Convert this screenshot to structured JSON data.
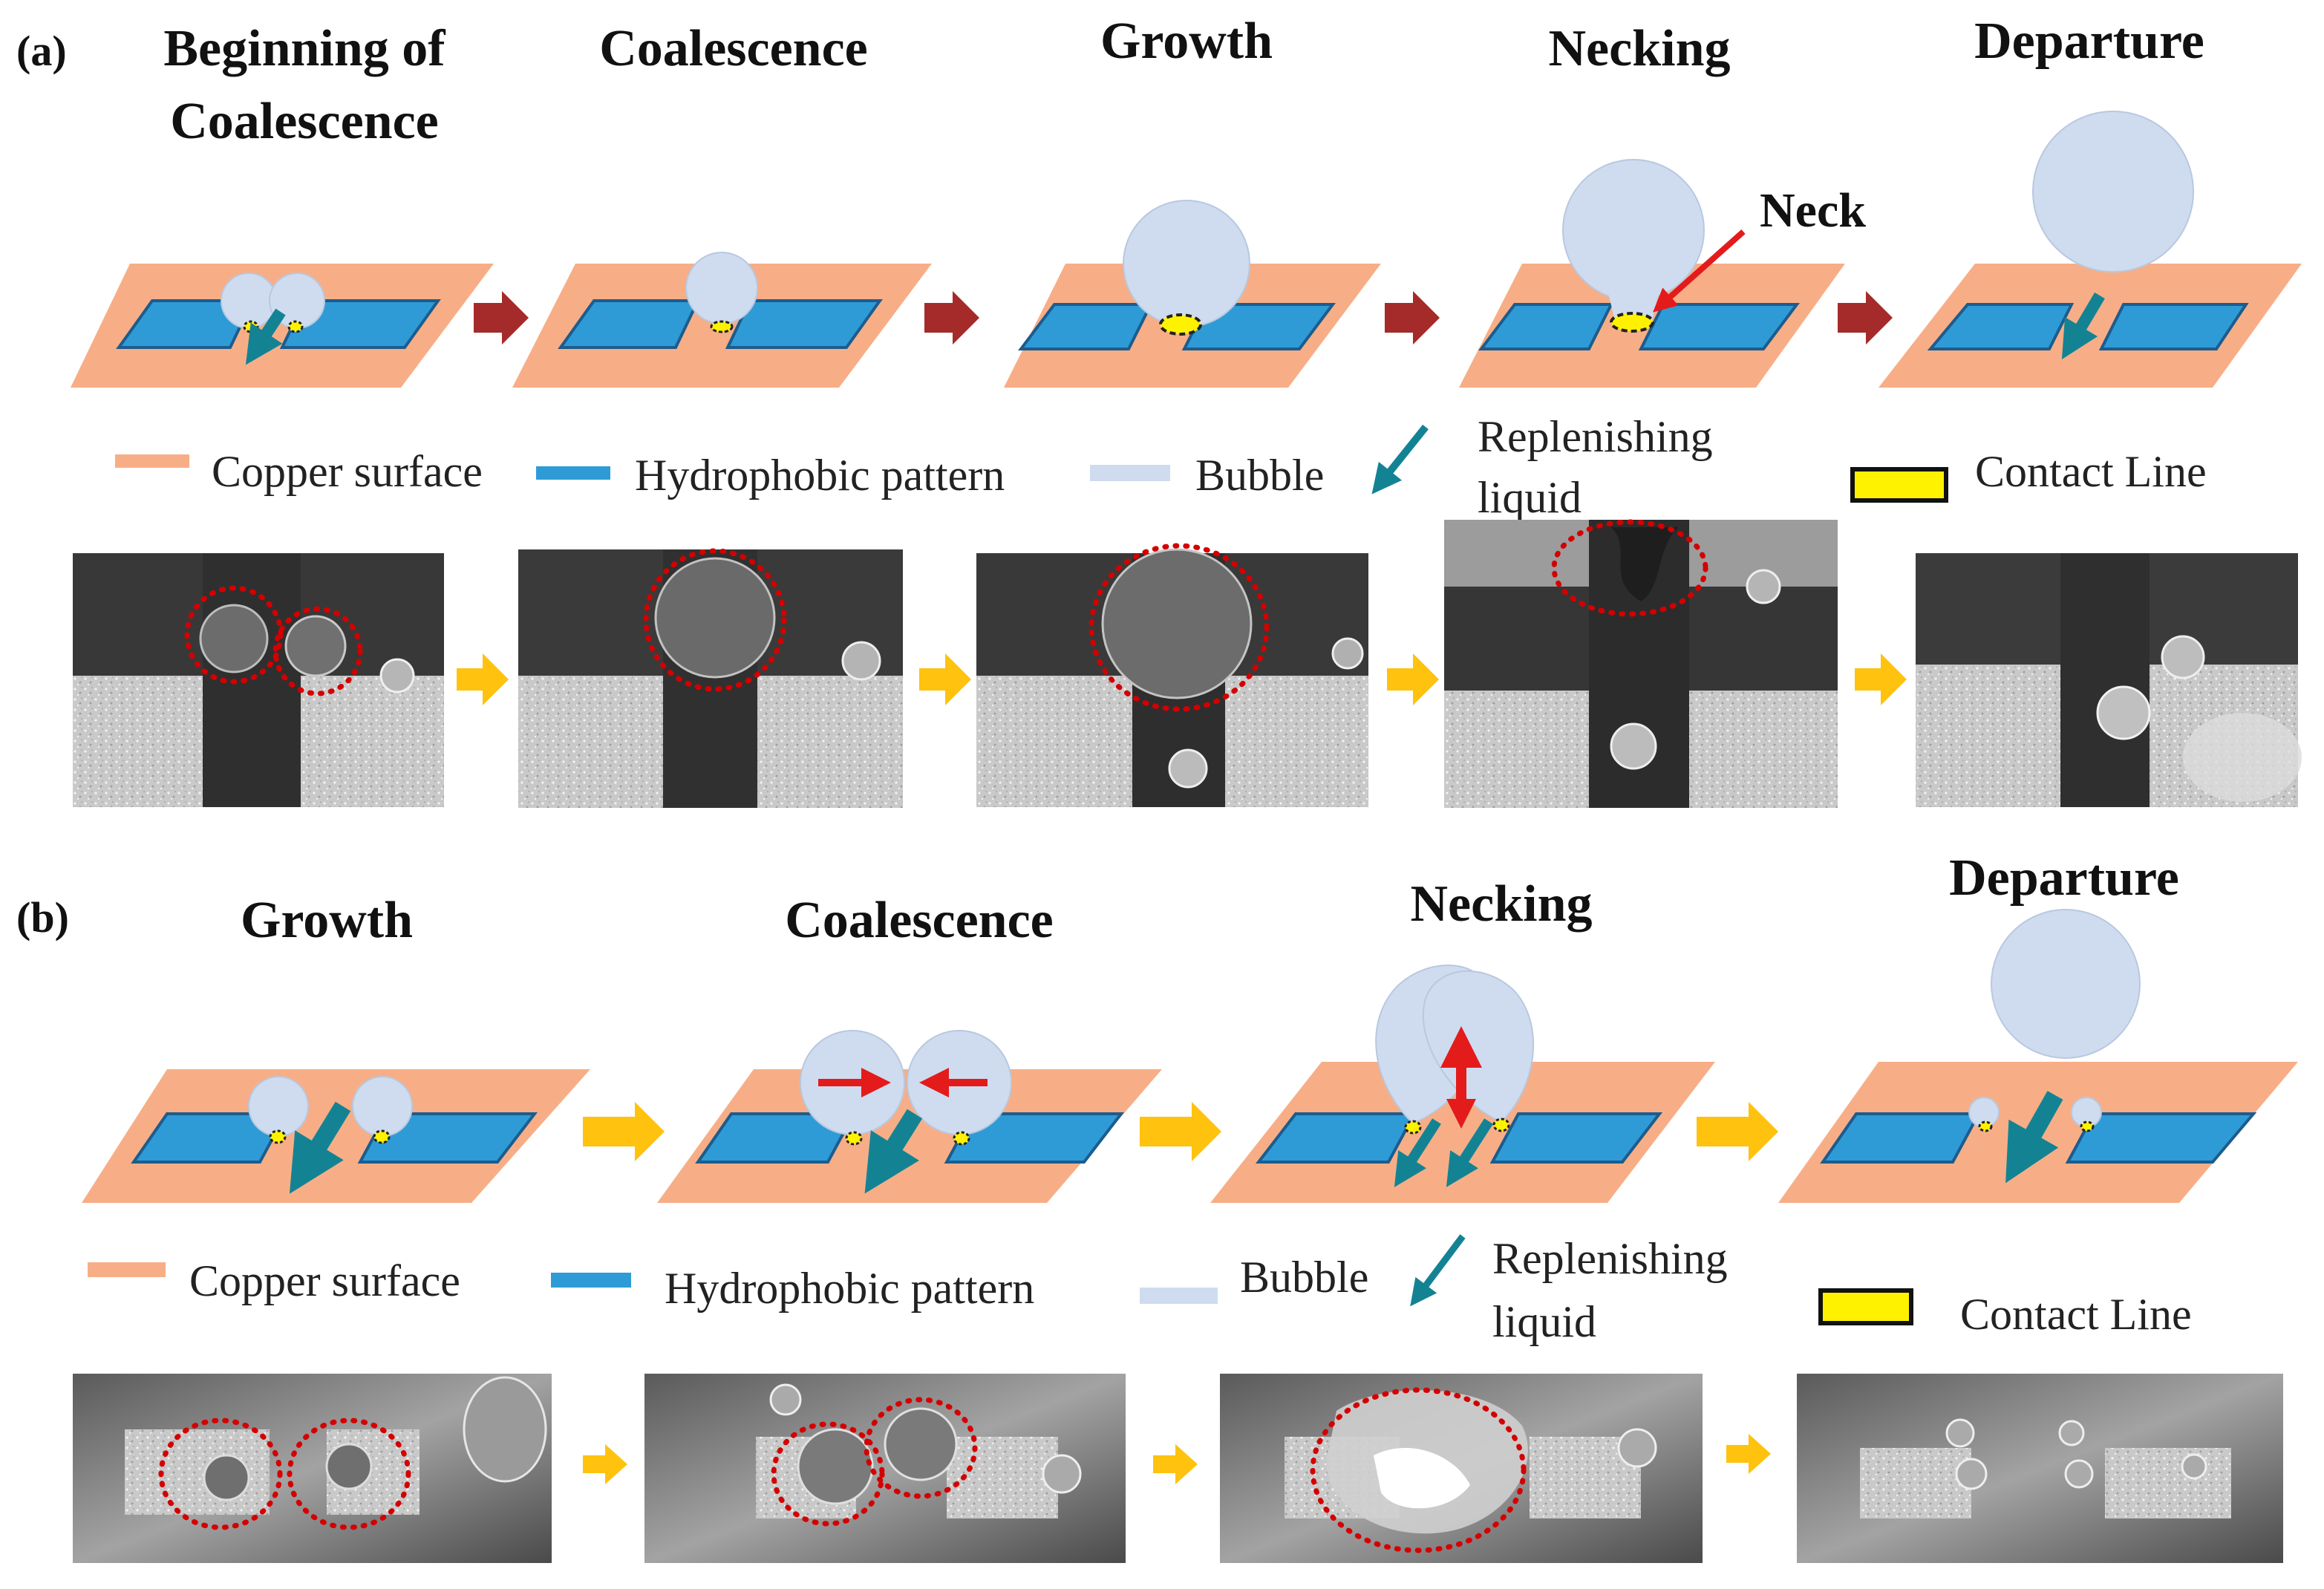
{
  "colors": {
    "copper": "#F7AE86",
    "pattern": "#2E9BD6",
    "pattern_edge": "#1C5C8E",
    "bubble": "#CFDCEF",
    "bubble_edge": "#A9BDD9",
    "replenish_arrow": "#138394",
    "contact_line": "#FFF200",
    "flow_arrow_a": "#A52A2A",
    "flow_arrow_b": "#FFC20E",
    "red_marker": "#E41B1B",
    "photo_circle": "#D40000"
  },
  "panel_a": {
    "label": "(a)",
    "stages": [
      {
        "title_lines": [
          "Beginning of",
          "Coalescence"
        ]
      },
      {
        "title_lines": [
          "Coalescence"
        ]
      },
      {
        "title_lines": [
          "Growth"
        ]
      },
      {
        "title_lines": [
          "Necking"
        ]
      },
      {
        "title_lines": [
          "Departure"
        ]
      }
    ],
    "neck_label": "Neck",
    "legend": {
      "copper": "Copper surface",
      "pattern": "Hydrophobic  pattern",
      "bubble": "Bubble",
      "replenish_1": "Replenishing",
      "replenish_2": "liquid",
      "contact": "Contact Line"
    }
  },
  "panel_b": {
    "label": "(b)",
    "stages": [
      {
        "title_lines": [
          "Growth"
        ]
      },
      {
        "title_lines": [
          "Coalescence"
        ]
      },
      {
        "title_lines": [
          "Necking"
        ]
      },
      {
        "title_lines": [
          "Departure"
        ]
      }
    ],
    "legend": {
      "copper": "Copper surface",
      "pattern": "Hydrophobic  pattern",
      "bubble": "Bubble",
      "replenish_1": "Replenishing",
      "replenish_2": "liquid",
      "contact": "Contact Line"
    }
  }
}
